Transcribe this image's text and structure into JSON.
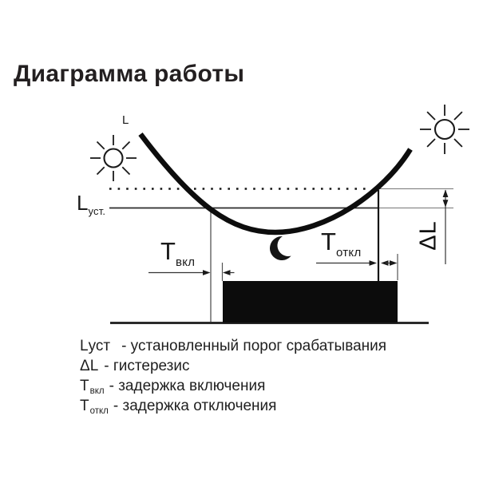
{
  "title": "Диаграмма работы",
  "colors": {
    "ink": "#231f20",
    "thick_black": "#111111",
    "thin_gray": "#555555",
    "background": "#ffffff"
  },
  "diagram": {
    "curve_label": "L",
    "threshold_label": {
      "main": "L",
      "sub": "уст."
    },
    "t_on_label": {
      "main": "T",
      "sub": "вкл"
    },
    "t_off_label": {
      "main": "T",
      "sub": "откл"
    },
    "hysteresis_label": "ΔL",
    "icons": [
      "sun-icon",
      "moon-icon",
      "sun-icon"
    ]
  },
  "legend": {
    "items": [
      {
        "sym_main": "Lуст",
        "sym_sub": "",
        "text": "- установленный порог срабатывания"
      },
      {
        "sym_main": "ΔL",
        "sym_sub": "",
        "text": "- гистерезис"
      },
      {
        "sym_main": "T",
        "sym_sub": "вкл",
        "text": "- задержка включения"
      },
      {
        "sym_main": "T",
        "sym_sub": "откл",
        "text": "- задержка отключения"
      }
    ]
  }
}
